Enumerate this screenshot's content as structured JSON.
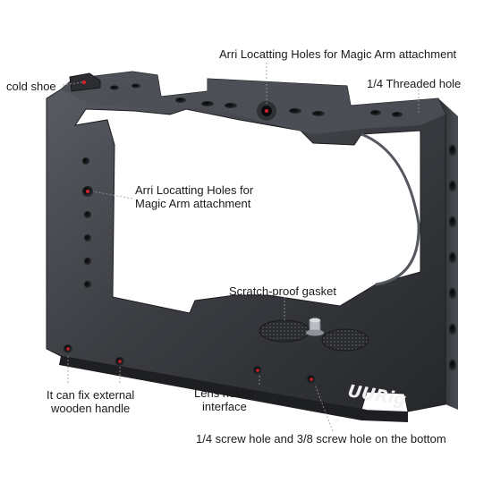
{
  "callouts": {
    "cold_shoe": "cold shoe",
    "arri_top": "Arri Locatting Holes for Magic Arm attachment",
    "threaded_hole": "1/4 Threaded hole",
    "arri_side_line1": "Arri Locatting Holes for",
    "arri_side_line2": "Magic Arm attachment",
    "gasket": "Scratch-proof gasket",
    "handle_line1": "It can fix external",
    "handle_line2": "wooden handle",
    "lens_line1": "Lens holder",
    "lens_line2": "interface",
    "bottom_holes": "1/4 screw hole and 3/8 screw hole on the bottom"
  },
  "logo_text": "UURig",
  "colors": {
    "frame": "#3b3d42",
    "frame_dark": "#24262a",
    "frame_light": "#5c5f66",
    "marker": "#d0202a",
    "leader": "#9a9a9a",
    "text": "#1a1a1a"
  }
}
